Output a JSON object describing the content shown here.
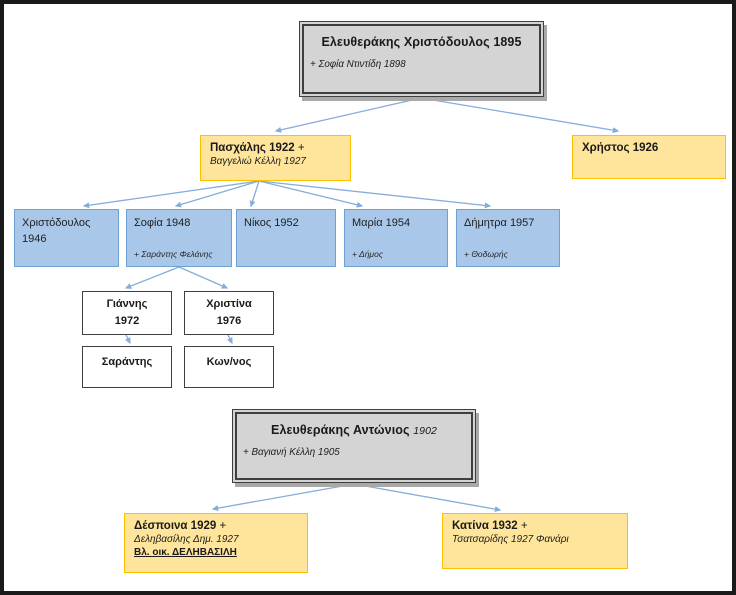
{
  "colors": {
    "frame": "#1a1a1a",
    "root_fill": "#d4d4d4",
    "root_border": "#3f3f3f",
    "orange_fill": "#ffe59b",
    "orange_border": "#ffc000",
    "blue_fill": "#a9c7e9",
    "blue_border": "#6fa0d2",
    "white_border": "#3f3f3f",
    "connector": "#85addb"
  },
  "tree1": {
    "root": {
      "title": "Ελευθεράκης Χριστόδουλος 1895",
      "spouse": "+ Σοφία Ντιντίδη 1898"
    },
    "children": [
      {
        "name": "Πασχάλης 1922",
        "plus": "+",
        "spouse": "Βαγγελιώ Κέλλη 1927"
      },
      {
        "name": "Χρήστος 1926"
      }
    ],
    "grandchildren": [
      {
        "name": "Χριστόδουλος 1946"
      },
      {
        "name": "Σοφία 1948",
        "spouse": "+ Σαράντης Φελάνης"
      },
      {
        "name": "Νίκος 1952"
      },
      {
        "name": "Μαρία 1954",
        "spouse": "+ Δήμος"
      },
      {
        "name": "Δήμητρα 1957",
        "spouse": "+ Θοδωρής"
      }
    ],
    "greatgrandchildren": [
      {
        "name": "Γιάννης",
        "year": "1972"
      },
      {
        "name": "Χριστίνα",
        "year": "1976"
      }
    ],
    "gen5": [
      {
        "name": "Σαράντης"
      },
      {
        "name": "Κων/νος"
      }
    ]
  },
  "tree2": {
    "root": {
      "name": "Ελευθεράκης Αντώνιος",
      "year": "1902",
      "spouse": "+ Βαγιανή Κέλλη 1905"
    },
    "children": [
      {
        "name": "Δέσποινα 1929",
        "plus": "+",
        "spouse": "Δεληβασίλης Δημ. 1927",
        "note": "Βλ. οικ. ΔΕΛΗΒΑΣΙΛΗ"
      },
      {
        "name": "Κατίνα 1932",
        "plus": "+",
        "spouse": "Τσατσαρίδης 1927 Φανάρι"
      }
    ]
  }
}
